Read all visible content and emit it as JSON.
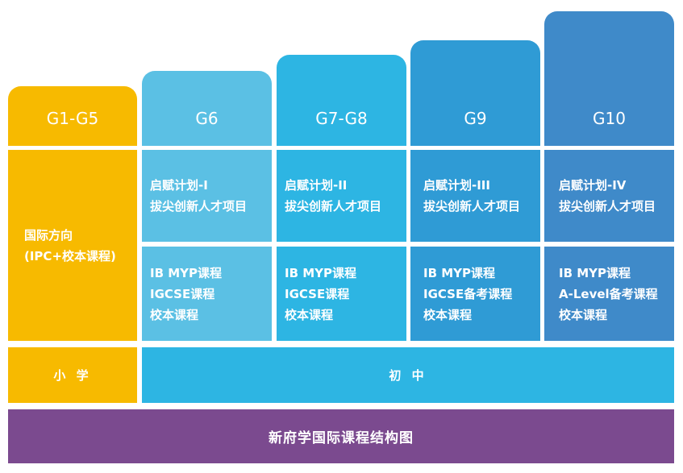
{
  "colors": {
    "primary": "#F7BA00",
    "g6": "#5BC0E4",
    "g7": "#2DB5E3",
    "g9": "#2F9BD5",
    "g10": "#3F8AC9",
    "title_bar": "#7B4A8F"
  },
  "primary": {
    "header": "G1-G5",
    "body": [
      "国际方向",
      "(IPC+校本课程)"
    ],
    "stage": "小 学"
  },
  "columns": [
    {
      "header": "G6",
      "program": [
        "启赋计划-I",
        "拔尖创新人才项目"
      ],
      "courses": [
        "IB MYP课程",
        "IGCSE课程",
        "校本课程"
      ]
    },
    {
      "header": "G7-G8",
      "program": [
        "启赋计划-II",
        "拔尖创新人才项目"
      ],
      "courses": [
        "IB MYP课程",
        "IGCSE课程",
        "校本课程"
      ]
    },
    {
      "header": "G9",
      "program": [
        "启赋计划-III",
        "拔尖创新人才项目"
      ],
      "courses": [
        "IB MYP课程",
        "IGCSE备考课程",
        "校本课程"
      ]
    },
    {
      "header": "G10",
      "program": [
        "启赋计划-IV",
        "拔尖创新人才项目"
      ],
      "courses": [
        "IB MYP课程",
        "A-Level备考课程",
        "校本课程"
      ]
    }
  ],
  "middle_stage": "初 中",
  "title": "新府学国际课程结构图"
}
